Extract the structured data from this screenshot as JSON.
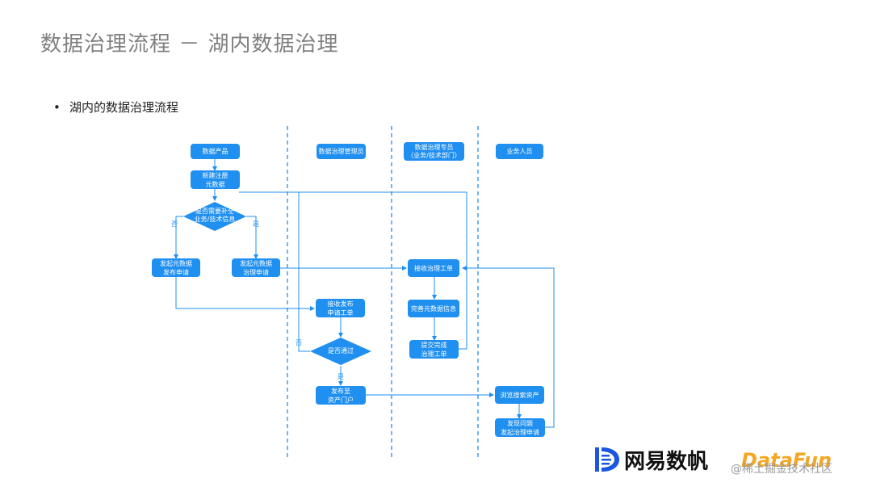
{
  "slide": {
    "title": "数据治理流程 － 湖内数据治理",
    "bullet": "湖内的数据治理流程"
  },
  "lanes": {
    "data_product": "数据产品",
    "governance_admin": "数据治理管理员",
    "governance_expert": "数据治理专员\n（业务/技术部门）",
    "business_user": "业务人员"
  },
  "nodes": {
    "register": "新建注册\n元数据",
    "decision_complete": "是否需要补全\n业务/技术信息",
    "publish_request": "发起元数据\n发布申请",
    "govern_request": "发起元数据\n治理申请",
    "receive_publish": "接收发布\n申请工单",
    "decision_pass": "是否通过",
    "publish_portal": "发布至\n资产门户",
    "receive_govern": "接收治理工单",
    "complete_info": "完善元数据信息",
    "submit_done": "提交完成\n治理工单",
    "browse_assets": "浏览搜索资产",
    "raise_issue": "发现问题\n发起治理申请"
  },
  "edge_labels": {
    "no_left": "否",
    "yes_right": "是",
    "no_admin": "否",
    "yes_down": "是"
  },
  "branding": {
    "logo_icon": "netease-shufan-icon",
    "logo_text": "网易数帆",
    "df_text": "DataFun",
    "df_sub": "@稀土掘金技术社区"
  },
  "colors": {
    "node": "#1f8ff0",
    "line": "#1f8ff0",
    "title": "#808080"
  }
}
